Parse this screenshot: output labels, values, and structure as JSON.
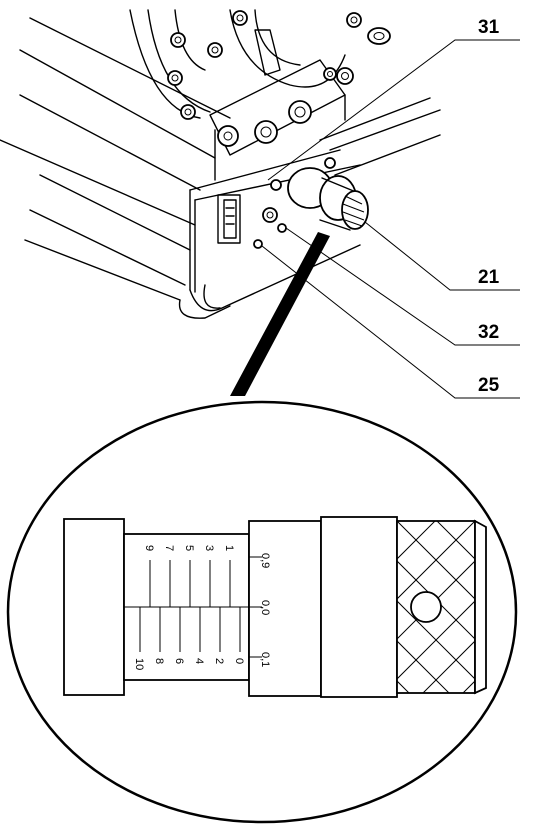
{
  "callouts": [
    {
      "id": "31",
      "label": "31"
    },
    {
      "id": "21",
      "label": "21"
    },
    {
      "id": "32",
      "label": "32"
    },
    {
      "id": "25",
      "label": "25"
    }
  ],
  "micrometer": {
    "sleeve_top_labels": [
      "9",
      "7",
      "5",
      "3",
      "1"
    ],
    "sleeve_bottom_labels": [
      "10",
      "8",
      "6",
      "4",
      "2",
      "0"
    ],
    "thimble_labels": [
      "0,9",
      "0,0",
      "0,1"
    ]
  }
}
